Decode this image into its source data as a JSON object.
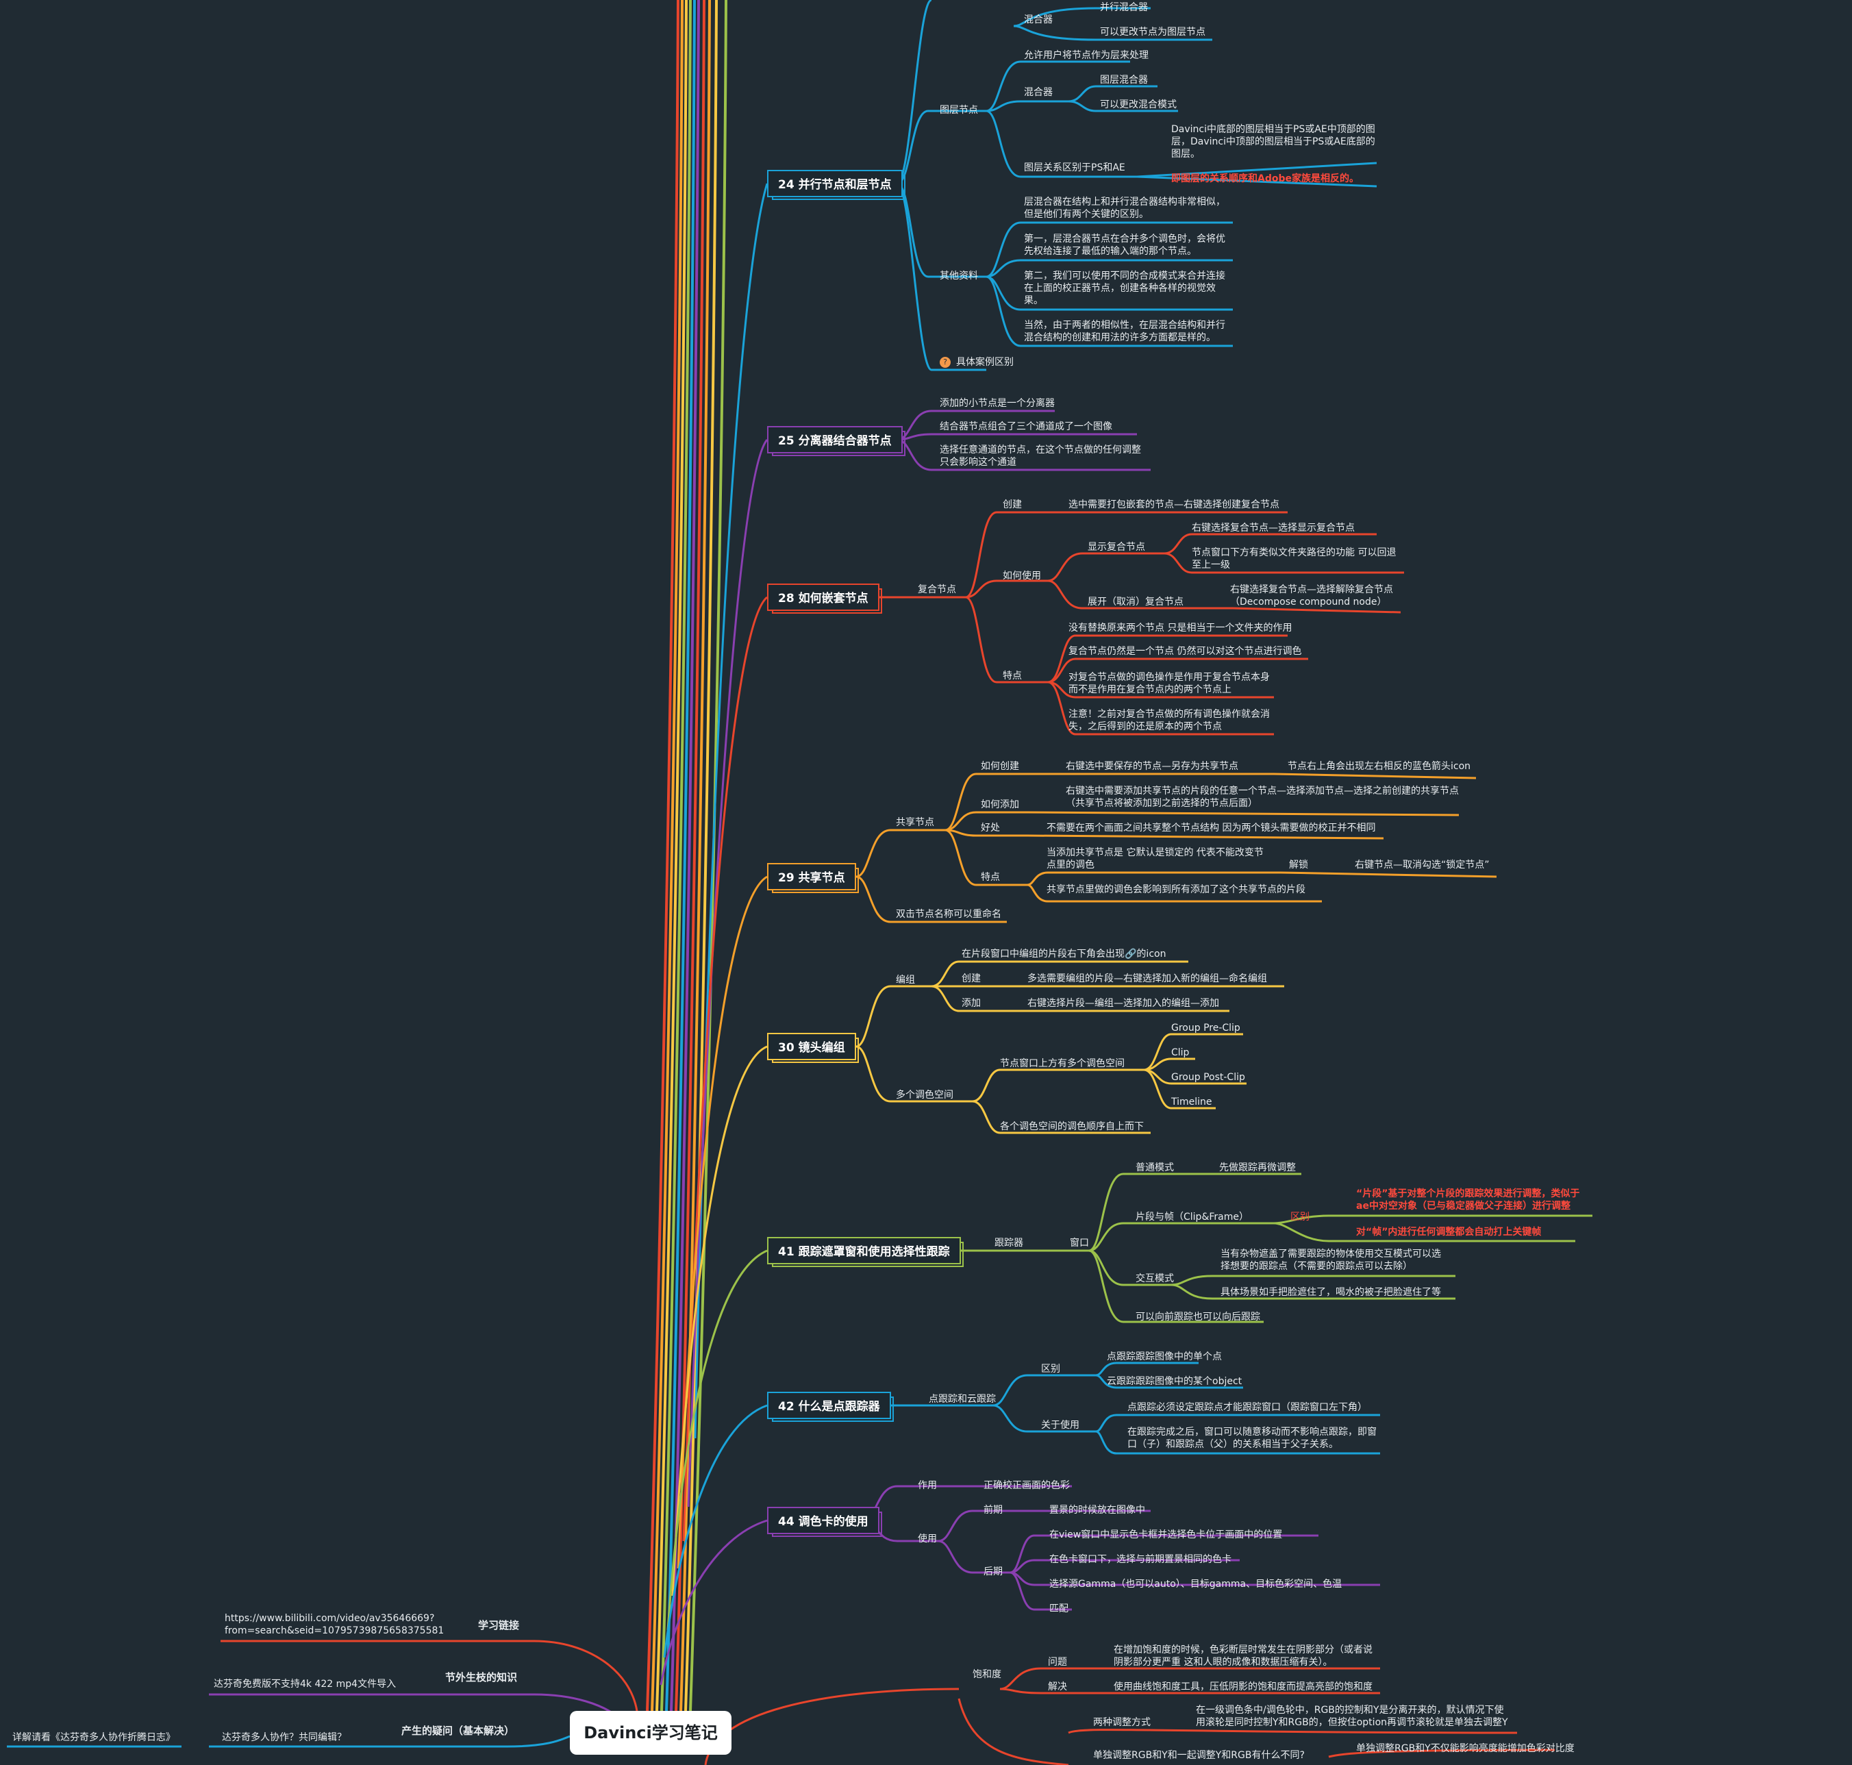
{
  "center": "Davinci学习笔记",
  "colors": {
    "bg": "#202b33",
    "red": "#ff4a3d",
    "branch24": "#1aa3d9",
    "branch25": "#8a3fb1",
    "branch28": "#e8452c",
    "branch29": "#f5a02a",
    "branch30": "#f7c843",
    "branch41": "#9cc24a",
    "branch42": "#1aa3d9",
    "branch44": "#8a3fb1"
  },
  "t24": {
    "topic": "24 并行节点和层节点",
    "mixer1": "混合器",
    "parallel_mixer": "并行混合器",
    "change_to_layer": "可以更改节点为图层节点",
    "layer_node": "图层节点",
    "allow": "允许用户将节点作为层来处理",
    "mixer2": "混合器",
    "layer_mixer": "图层混合器",
    "change_blend": "可以更改混合模式",
    "diff_ps": "图层关系区别于PS和AE",
    "davinci_layers": "Davinci中底部的图层相当于PS或AE中顶部的图层，Davinci中顶部的图层相当于PS或AE底部的图层。",
    "reverse": "即图层的关系顺序和Adobe家族是相反的。",
    "other": "其他资料",
    "o1": "层混合器在结构上和并行混合器结构非常相似，但是他们有两个关键的区别。",
    "o2": "第一，层混合器节点在合并多个调色时，会将优先权给连接了最低的输入端的那个节点。",
    "o3": "第二，我们可以使用不同的合成模式来合并连接在上面的校正器节点，创建各种各样的视觉效果。",
    "o4": "当然，由于两者的相似性，在层混合结构和并行混合结构的创建和用法的许多方面都是样的。",
    "badge": "?",
    "case": "具体案例区别"
  },
  "t25": {
    "topic": "25 分离器结合器节点",
    "a": "添加的小节点是一个分离器",
    "b": "结合器节点组合了三个通道成了一个图像",
    "c": "选择任意通道的节点，在这个节点做的任何调整只会影响这个通道"
  },
  "t28": {
    "topic": "28 如何嵌套节点",
    "compound": "复合节点",
    "create": "创建",
    "create_d": "选中需要打包嵌套的节点—右键选择创建复合节点",
    "how": "如何使用",
    "show": "显示复合节点",
    "show1": "右键选择复合节点—选择显示复合节点",
    "show2": "节点窗口下方有类似文件夹路径的功能 可以回退至上一级",
    "expand": "展开（取消）复合节点",
    "expand1": "右键选择复合节点—选择解除复合节点（Decompose compound node）",
    "feature": "特点",
    "f1": "没有替换原来两个节点 只是相当于一个文件夹的作用",
    "f2": "复合节点仍然是一个节点 仍然可以对这个节点进行调色",
    "f3": "对复合节点做的调色操作是作用于复合节点本身而不是作用在复合节点内的两个节点上",
    "f4": "注意！之前对复合节点做的所有调色操作就会消失，之后得到的还是原本的两个节点"
  },
  "t29": {
    "topic": "29 共享节点",
    "shared": "共享节点",
    "how_create": "如何创建",
    "how_create_d": "右键选中要保存的节点—另存为共享节点",
    "icon_note": "节点右上角会出现左右相反的蓝色箭头icon",
    "how_add": "如何添加",
    "how_add_d": "右键选中需要添加共享节点的片段的任意一个节点—选择添加节点—选择之前创建的共享节点（共享节点将被添加到之前选择的节点后面）",
    "benefit": "好处",
    "benefit_d": "不需要在两个画面之间共享整个节点结构 因为两个镜头需要做的校正并不相同",
    "feature": "特点",
    "f1": "当添加共享节点是 它默认是锁定的 代表不能改变节点里的调色",
    "unlock": "解锁",
    "unlock_d": "右键节点—取消勾选“锁定节点”",
    "f2": "共享节点里做的调色会影响到所有添加了这个共享节点的片段",
    "rename": "双击节点名称可以重命名"
  },
  "t30": {
    "topic": "30 镜头编组",
    "group": "编组",
    "g1": "在片段窗口中编组的片段右下角会出现🔗的icon",
    "create": "创建",
    "create_d": "多选需要编组的片段—右键选择加入新的编组—命名编组",
    "add": "添加",
    "add_d": "右键选择片段—编组—选择加入的编组—添加",
    "spaces": "多个调色空间",
    "above": "节点窗口上方有多个调色空间",
    "s1": "Group Pre-Clip",
    "s2": "Clip",
    "s3": "Group Post-Clip",
    "s4": "Timeline",
    "order": "各个调色空间的调色顺序自上而下"
  },
  "t41": {
    "topic": "41 跟踪遮罩窗和使用选择性跟踪",
    "tracker": "跟踪器",
    "window": "窗口",
    "normal": "普通模式",
    "normal_d": "先做跟踪再微调整",
    "clipframe": "片段与帧（Clip&Frame）",
    "diff": "区别",
    "d1": "“片段”基于对整个片段的跟踪效果进行调整，类似于ae中对空对象（已与稳定器做父子连接）进行调整",
    "d2": "对“帧”内进行任何调整都会自动打上关键帧",
    "interactive": "交互模式",
    "i1": "当有杂物遮盖了需要跟踪的物体使用交互模式可以选择想要的跟踪点（不需要的跟踪点可以去除）",
    "i2": "具体场景如手把脸遮住了，喝水的被子把脸遮住了等",
    "both": "可以向前跟踪也可以向后跟踪"
  },
  "t42": {
    "topic": "42 什么是点跟踪器",
    "pc": "点跟踪和云跟踪",
    "diff": "区别",
    "d1": "点跟踪跟踪图像中的单个点",
    "d2": "云跟踪跟踪图像中的某个object",
    "usage": "关于使用",
    "u1": "点跟踪必须设定跟踪点才能跟踪窗口（跟踪窗口左下角）",
    "u2": "在跟踪完成之后，窗口可以随意移动而不影响点跟踪，即窗口（子）和跟踪点（父）的关系相当于父子关系。"
  },
  "t44": {
    "topic": "44 调色卡的使用",
    "role": "作用",
    "role_d": "正确校正画面的色彩",
    "use": "使用",
    "pre": "前期",
    "pre_d": "置景的时候放在图像中",
    "post": "后期",
    "p1": "在view窗口中显示色卡框并选择色卡位于画面中的位置",
    "p2": "在色卡窗口下，选择与前期置景相同的色卡",
    "p3": "选择源Gamma（也可以auto）、目标gamma、目标色彩空间、色温",
    "p4": "匹配"
  },
  "sat": {
    "label": "饱和度",
    "problem": "问题",
    "problem_d": "在增加饱和度的时候，色彩断层时常发生在阴影部分（或者说阴影部分更严重 这和人眼的成像和数据压缩有关）。",
    "solve": "解决",
    "solve_d": "使用曲线饱和度工具，压低阴影的饱和度而提高亮部的饱和度",
    "two": "两种调整方式",
    "two_d": "在一级调色条中/调色轮中，RGB的控制和Y是分离开来的，默认情况下使用滚轮是同时控制Y和RGB的，但按住option再调节滚轮就是单独去调整Y",
    "single": "单独调整RGB和Y和一起调整Y和RGB有什么不同?",
    "single_d": "单独调整RGB和Y不仅能影响亮度能增加色彩对比度"
  },
  "left": {
    "links": "学习链接",
    "url": "https://www.bilibili.com/video/av35646669?from=search&seid=10795739875658375581",
    "extra": "节外生枝的知识",
    "extra_d": "达芬奇免费版不支持4k 422 mp4文件导入",
    "questions": "产生的疑问（基本解决）",
    "q1": "达芬奇多人协作？共同编辑？",
    "q1_d": "详解请看《达芬奇多人协作折腾日志》"
  }
}
